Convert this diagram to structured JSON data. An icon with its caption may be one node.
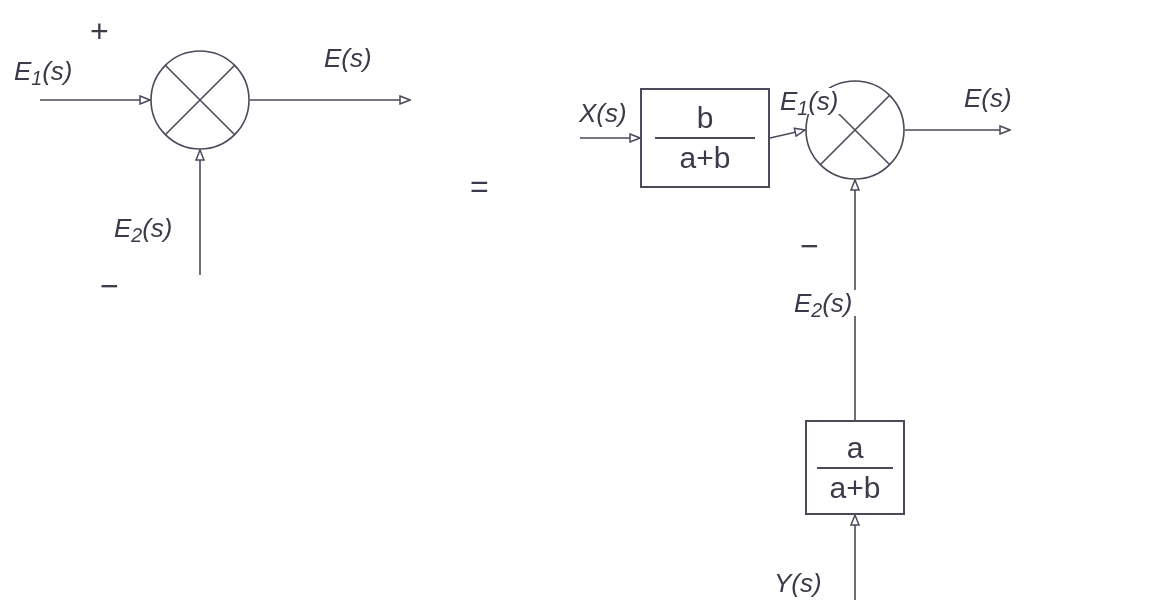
{
  "diagram": {
    "nodes": [
      {
        "text": [],
        "shape": "circle"
      },
      {
        "text": [
          "b",
          "a+b"
        ]
      },
      {
        "text": [],
        "shape": "circle"
      },
      {
        "text": [
          "a",
          "a+b"
        ]
      }
    ],
    "edges": [
      {
        "from": null,
        "to": 0,
        "arrow": "to",
        "label": "E$_{1}$(s)"
      },
      {
        "from": null,
        "to": 0,
        "arrow": "to",
        "label": "E$_{2}$(s)"
      },
      {
        "from": 0,
        "to": null,
        "arrow": "to",
        "label": "E(s)"
      },
      {
        "from": null,
        "to": 1,
        "arrow": "to",
        "label": "X(s)"
      },
      {
        "from": 1,
        "to": 2,
        "arrow": "to",
        "label": "E$_{1}$(s)"
      },
      {
        "from": 2,
        "to": null,
        "arrow": "to",
        "label": "E(s)"
      },
      {
        "from": 3,
        "to": 2,
        "arrow": "to",
        "label": "E$_{2}$(s)"
      },
      {
        "from": null,
        "to": 3,
        "arrow": "to",
        "label": "Y(s)"
      }
    ],
    "labels": [
      "+",
      "−",
      "=",
      "−"
    ]
  }
}
